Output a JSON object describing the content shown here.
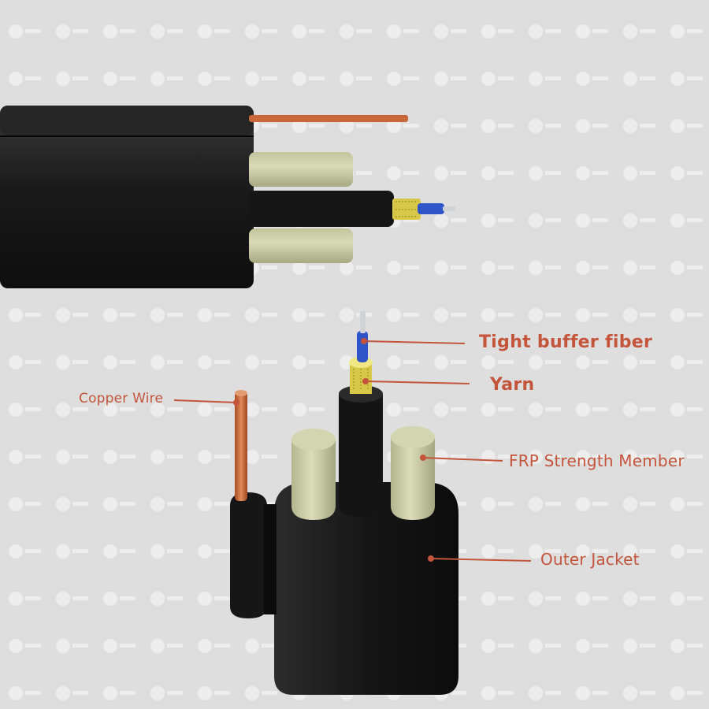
{
  "labels": {
    "tight_buffer_fiber": "Tight buffer fiber",
    "yarn": "Yarn",
    "frp_strength_member": "FRP Strength Member",
    "outer_jacket": "Outer Jacket",
    "copper_wire": "Copper Wire"
  },
  "colors": {
    "background": "#dedede",
    "jacket": "#1c1c1c",
    "copper": "#c8683a",
    "frp": "#cfcfa8",
    "yarn": "#d8c84a",
    "buffer": "#2f55c8",
    "label": "#c4543a"
  }
}
